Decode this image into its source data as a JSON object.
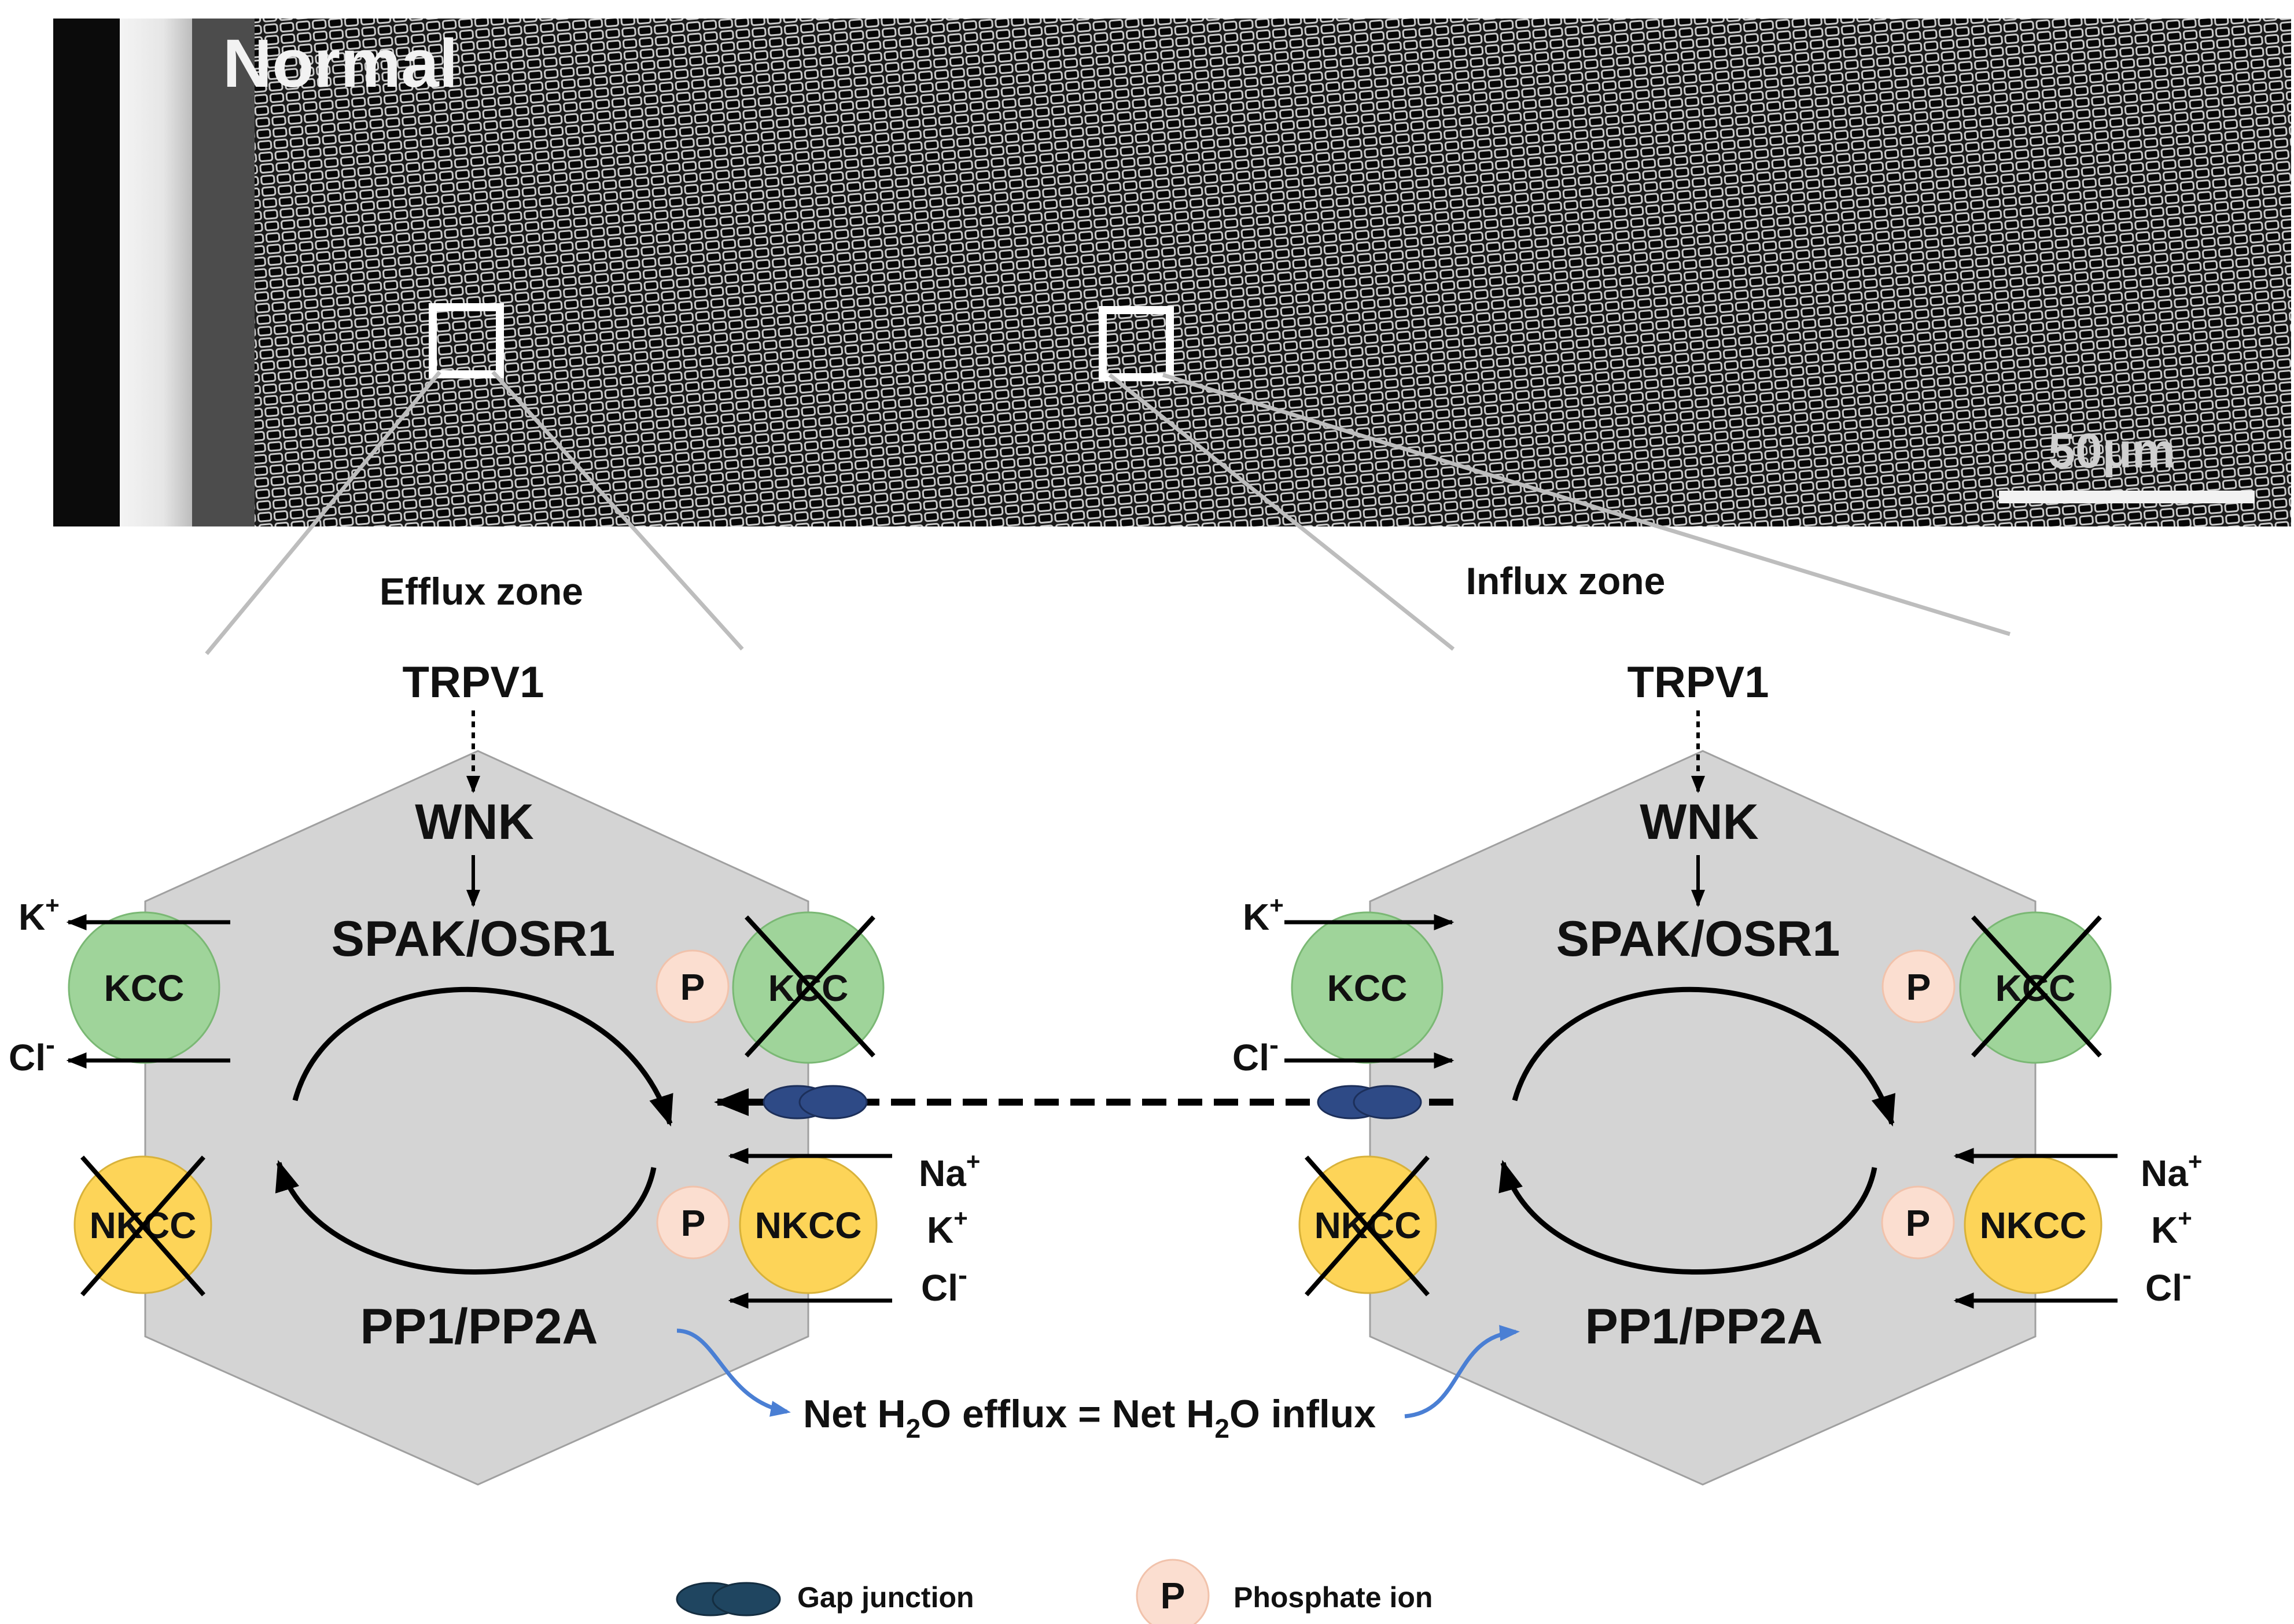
{
  "micrograph": {
    "condition_label": "Normal",
    "scale_bar_label": "50μm"
  },
  "zones": {
    "efflux": {
      "title": "Efflux zone",
      "upstream": "TRPV1",
      "kinase": "WNK",
      "kinase2": "SPAK/OSR1",
      "phosphatase": "PP1/PP2A",
      "left_ions": [
        {
          "base": "K",
          "sup": "+"
        },
        {
          "base": "Cl",
          "sup": "-"
        }
      ],
      "right_ions": [
        {
          "base": "Na",
          "sup": "+"
        },
        {
          "base": "K",
          "sup": "+"
        },
        {
          "base": "Cl",
          "sup": "-"
        }
      ],
      "kcc_label": "KCC",
      "nkcc_label": "NKCC",
      "phosphate_label": "P"
    },
    "influx": {
      "title": "Influx zone",
      "upstream": "TRPV1",
      "kinase": "WNK",
      "kinase2": "SPAK/OSR1",
      "phosphatase": "PP1/PP2A",
      "left_ions": [
        {
          "base": "K",
          "sup": "+"
        },
        {
          "base": "Cl",
          "sup": "-"
        }
      ],
      "right_ions": [
        {
          "base": "Na",
          "sup": "+"
        },
        {
          "base": "K",
          "sup": "+"
        },
        {
          "base": "Cl",
          "sup": "-"
        }
      ],
      "kcc_label": "KCC",
      "nkcc_label": "NKCC",
      "phosphate_label": "P"
    }
  },
  "balance": {
    "part1": "Net H",
    "sub1": "2",
    "part2": "O efflux = Net H",
    "sub2": "2",
    "part3": "O influx"
  },
  "legend": {
    "gap_junction": "Gap junction",
    "phosphate": "Phosphate ion",
    "phosphate_symbol": "P"
  },
  "colors": {
    "cell_fill": "#d4d4d4",
    "kcc_fill": "#9fd49a",
    "nkcc_fill": "#fdd458",
    "phosphate_fill": "#fbded0",
    "gap_junction_fill": "#2e4a86",
    "water_arrow": "#4a7fd4"
  }
}
